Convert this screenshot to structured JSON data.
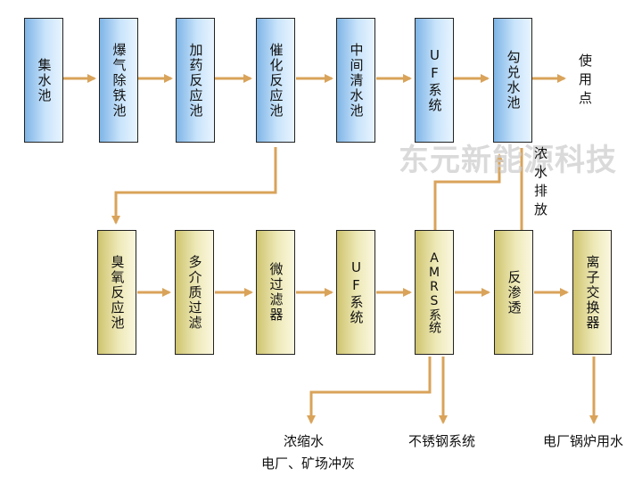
{
  "row1": [
    "集水池",
    "爆气除铁池",
    "加药反应池",
    "催化反应池",
    "中间清水池",
    "UF系统",
    "勾兑水池"
  ],
  "row2": [
    "臭氧反应池",
    "多介质过滤",
    "微过滤器",
    "UF系统",
    "AMRS系统",
    "反渗透",
    "离子交换器"
  ],
  "outputs": {
    "use_point": "使用点",
    "concentrate_discharge": "浓水排放",
    "concentrate": "浓缩水",
    "concentrate_use": "电厂、矿场冲灰",
    "stainless": "不锈钢系统",
    "boiler": "电厂锅炉用水"
  },
  "watermark": "东元新能源科技",
  "colors": {
    "arrow": "#d9a35a",
    "row1_fill": "#9cc9f0",
    "row2_fill": "#e6dea0"
  }
}
